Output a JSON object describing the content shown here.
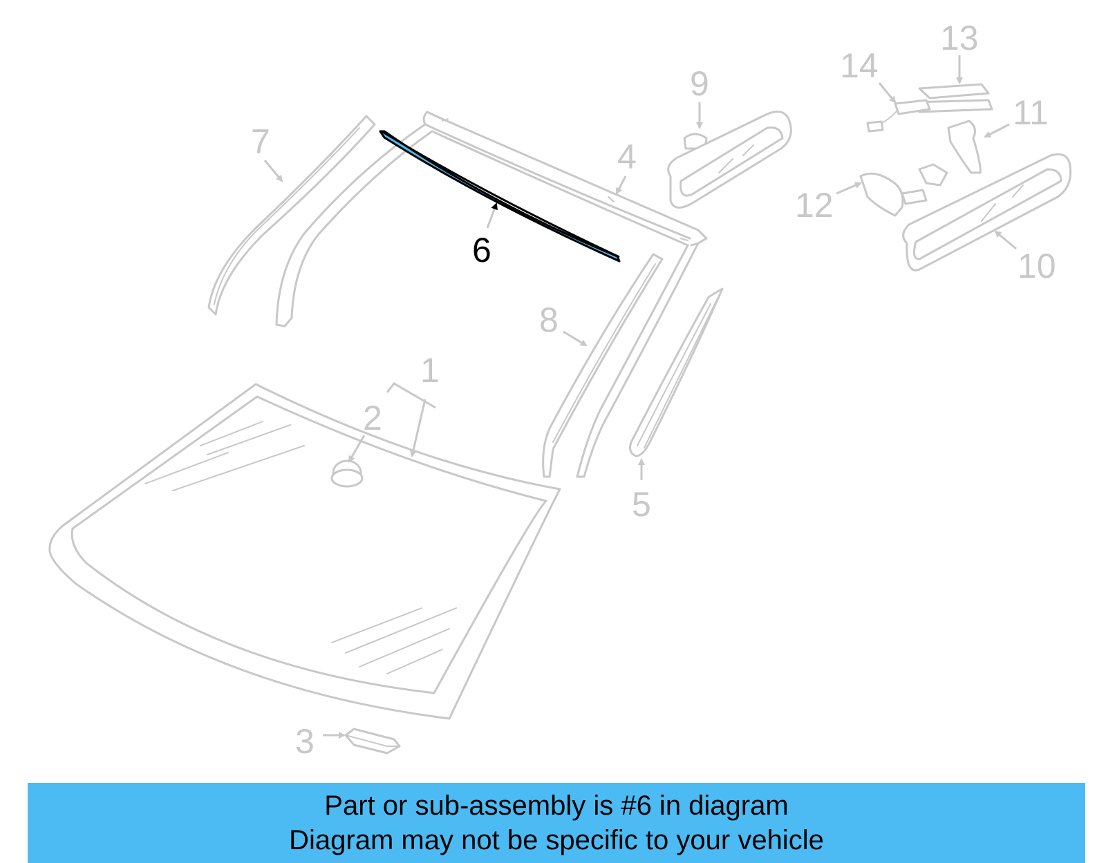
{
  "callouts": {
    "c1": "1",
    "c2": "2",
    "c3": "3",
    "c4": "4",
    "c5": "5",
    "c6": "6",
    "c7": "7",
    "c8": "8",
    "c9": "9",
    "c10": "10",
    "c11": "11",
    "c12": "12",
    "c13": "13",
    "c14": "14"
  },
  "highlighted_part": "6",
  "colors": {
    "highlight": "#4dbbf3",
    "part_outline": "#c8c8c8",
    "banner": "#4dbbf3"
  },
  "banner": {
    "line1": "Part or sub-assembly is #6 in diagram",
    "line2": "Diagram may not be specific to your vehicle"
  }
}
